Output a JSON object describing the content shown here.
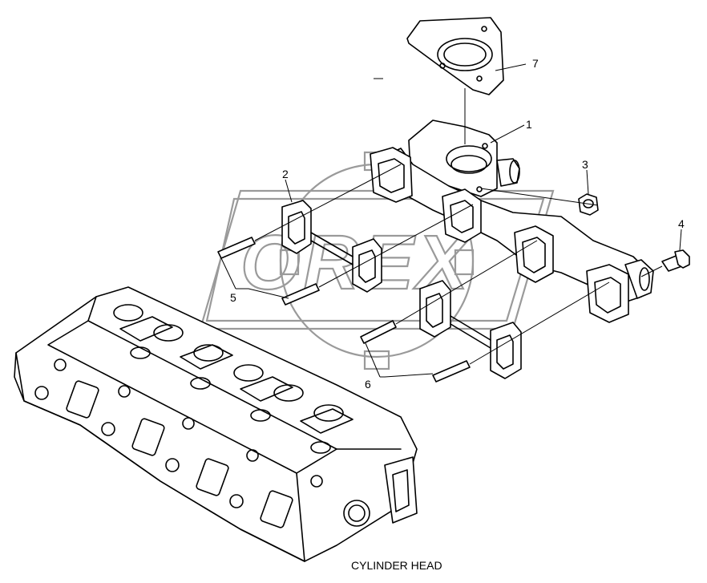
{
  "callouts": [
    {
      "id": "7",
      "label": "7"
    },
    {
      "id": "1",
      "label": "1"
    },
    {
      "id": "3",
      "label": "3"
    },
    {
      "id": "2",
      "label": "2"
    },
    {
      "id": "4",
      "label": "4"
    },
    {
      "id": "5",
      "label": "5"
    },
    {
      "id": "6",
      "label": "6"
    }
  ],
  "caption": "CYLINDER HEAD",
  "watermark": {
    "text": "OREX",
    "color": "#9a9a9a"
  }
}
